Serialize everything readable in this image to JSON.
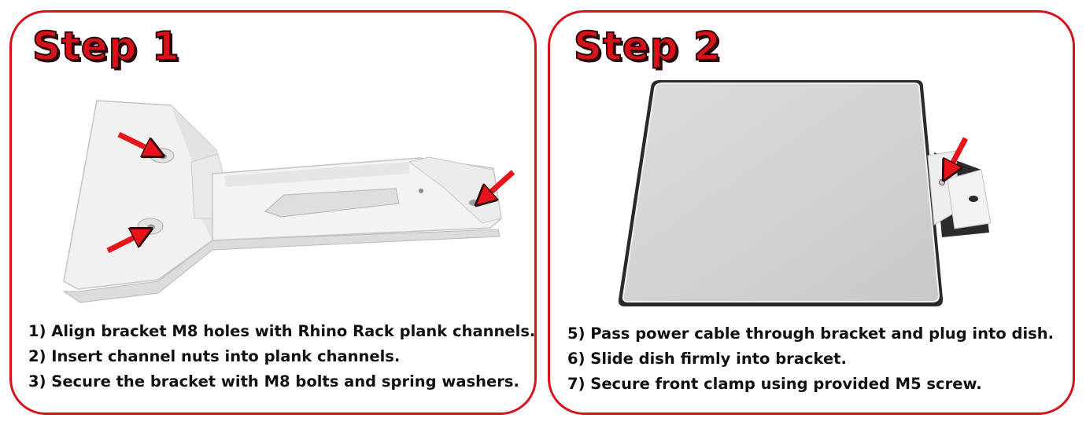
{
  "panels": [
    {
      "title": "Step 1",
      "steps": [
        "1) Align bracket M8 holes with Rhino Rack plank channels.",
        "2) Insert channel nuts into plank channels.",
        "3) Secure the bracket with M8 bolts and spring washers."
      ]
    },
    {
      "title": "Step 2",
      "steps": [
        "5) Pass power cable through bracket and plug into dish.",
        "6) Slide dish firmly into bracket.",
        "7) Secure front clamp using provided M5 screw."
      ]
    }
  ],
  "colors": {
    "accent": "#d8121b",
    "text": "#111111",
    "arrow": "#e8141c"
  },
  "icons": [
    "bracket-photo",
    "dish-photo",
    "pointer-arrow-icon"
  ]
}
